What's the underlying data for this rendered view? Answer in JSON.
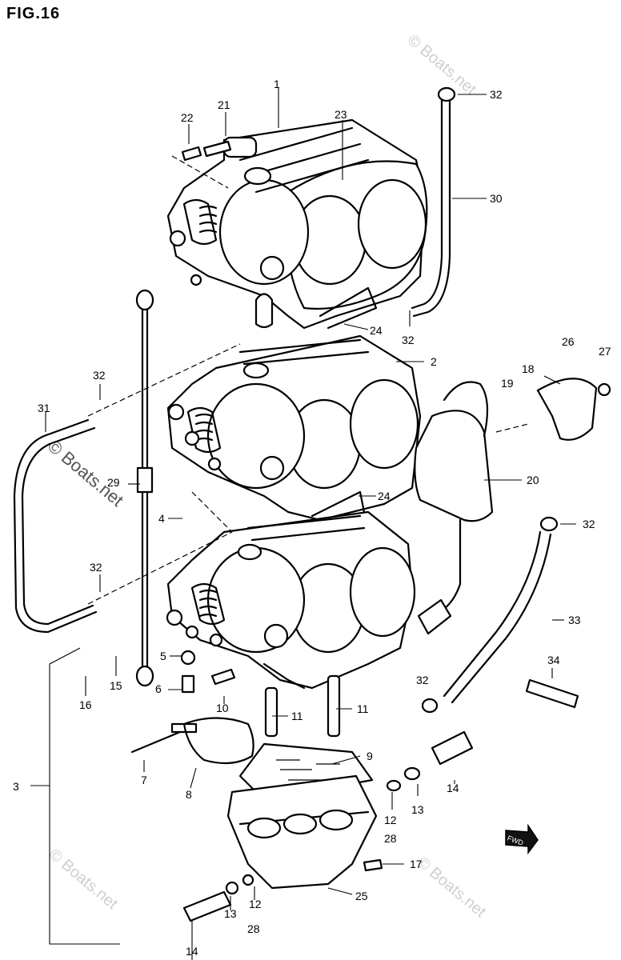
{
  "figure": {
    "title": "FIG.16",
    "watermark_text": "© Boats.net"
  },
  "callouts": {
    "c1": "1",
    "c2": "2",
    "c3": "3",
    "c4": "4",
    "c5": "5",
    "c6": "6",
    "c7": "7",
    "c8": "8",
    "c9": "9",
    "c10": "10",
    "c11a": "11",
    "c11b": "11",
    "c12a": "12",
    "c12b": "12",
    "c13a": "13",
    "c13b": "13",
    "c14a": "14",
    "c14b": "14",
    "c15": "15",
    "c16": "16",
    "c17": "17",
    "c18": "18",
    "c19": "19",
    "c20": "20",
    "c21": "21",
    "c22": "22",
    "c23": "23",
    "c24a": "24",
    "c24b": "24",
    "c25": "25",
    "c26": "26",
    "c27": "27",
    "c28a": "28",
    "c28b": "28",
    "c29": "29",
    "c30": "30",
    "c31": "31",
    "c32a": "32",
    "c32b": "32",
    "c32c": "32",
    "c32d": "32",
    "c32e": "32",
    "c32f": "32",
    "c33": "33",
    "c34": "34"
  },
  "fwd_badge": "FWD",
  "colors": {
    "line": "#000000",
    "watermark": "#cfcfcf",
    "background": "#ffffff"
  }
}
